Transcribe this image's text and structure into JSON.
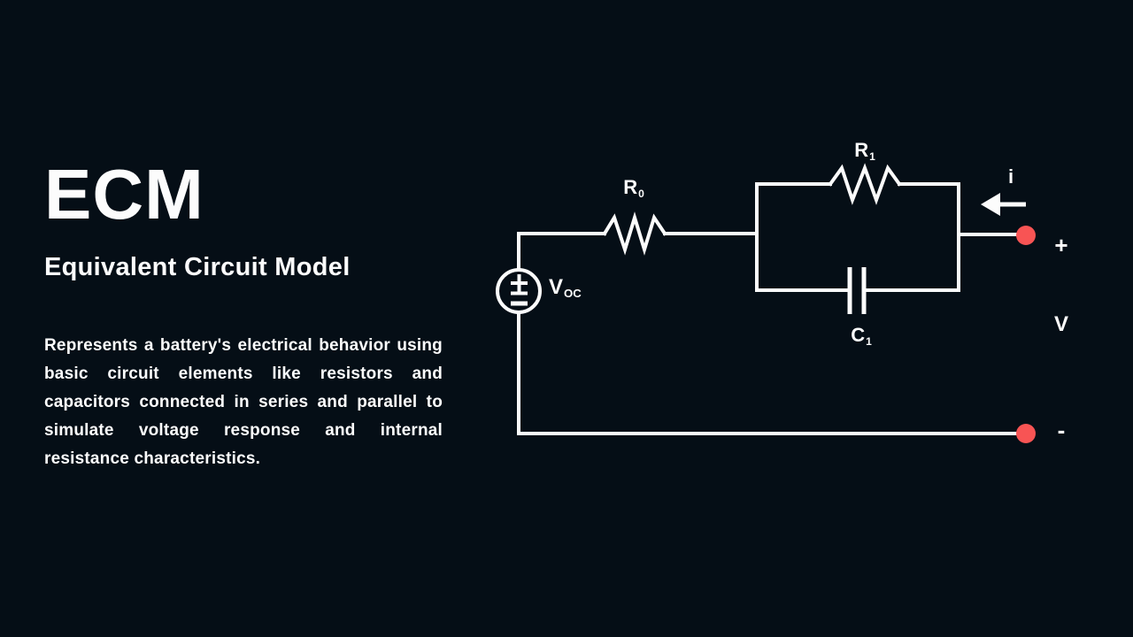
{
  "slide": {
    "background_color": "#050e16",
    "text_color": "#fcfcfc",
    "accent_color": "#f85454"
  },
  "intro": {
    "title": "ECM",
    "subtitle": "Equivalent Circuit Model",
    "description": "Represents a battery's electrical behavior using basic circuit elements like resistors and capacitors connected in series and parallel to simulate voltage response and internal resistance characteristics."
  },
  "circuit": {
    "source_label": {
      "main": "V",
      "sub": "OC"
    },
    "series_resistor_label": {
      "main": "R",
      "sub": "0"
    },
    "parallel_resistor_label": {
      "main": "R",
      "sub": "1"
    },
    "capacitor_label": {
      "main": "C",
      "sub": "1"
    },
    "current_label": "i",
    "positive_terminal": "+",
    "voltage_label": "V",
    "negative_terminal": "-"
  }
}
